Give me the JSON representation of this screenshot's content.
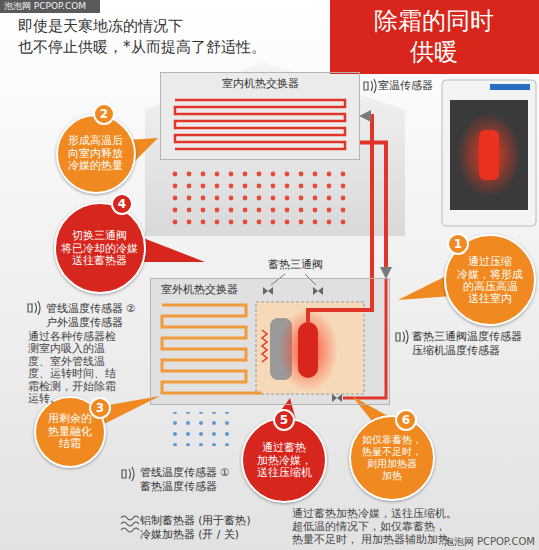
{
  "diagram": {
    "title": "即使是天寒地冻的情况下 也不停止供暖，*从而提高了舒适性。",
    "nodes": [
      {
        "text": [
          "除霜的同时 供暖"
        ]
      },
      {
        "text": [
          "室内机热交换器"
        ]
      },
      {
        "text": [
          "2",
          "形成高温后 向室内释放 冷媒的热量"
        ]
      },
      {
        "text": [
          "4",
          "切换三通阀 将已冷却的冷媒 送往蓄热器"
        ]
      },
      {
        "text": [
          "1",
          "通过压缩 冷媒，将形成 的高压高温 送往室内"
        ]
      },
      {
        "text": [
          "室外机热交换器"
        ]
      },
      {
        "text": [
          "3",
          "用剩余的 热量融化 结霜"
        ]
      },
      {
        "text": [
          "5",
          "通过蓄热 加热冷媒， 送往压缩机"
        ]
      },
      {
        "text": [
          "6",
          "如仅靠蓄热， 热量不足时， 则用加热器 加热"
        ]
      }
    ],
    "edges": [
      {
        "from": 5,
        "to": 1,
        "arrow": "to"
      },
      {
        "from": 1,
        "to": 5,
        "arrow": "to"
      }
    ],
    "labels": [
      "泡泡网 PCPOP.COM",
      "室温传感器",
      "蓄热三通阀",
      "管线温度传感器 ②",
      "户外温度传感器",
      "通过各种传感器检测室内吸入的温度、室外管线温度、运转时间、结霜检测，开始除霜运转。",
      "蓄热三通阀温度传感器",
      "压缩机温度传感器",
      "管线温度传感器 ①",
      "蓄热温度传感器",
      "铝制蓄热器 (用于蓄热)",
      "冷媒加热器 (开 / 关)",
      "通过蓄热加热冷媒，送往压缩机。 超低温的情况下，如仅靠蓄热，热量不足时， 用加热器辅助加热。",
      "泡泡网 PCPOP.COM"
    ]
  }
}
